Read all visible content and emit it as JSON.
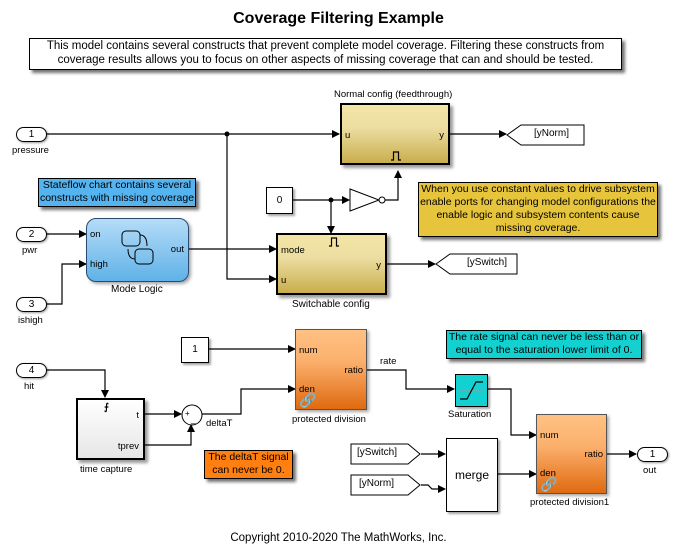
{
  "title": "Coverage Filtering Example",
  "description": "This model contains several constructs that prevent complete model coverage. Filtering these constructs from coverage results allows you to focus on other aspects of missing coverage that can and should be tested.",
  "notes": {
    "stateflow": "Stateflow chart contains several constructs with missing coverage",
    "enable": "When you use constant values to drive subsystem enable ports for changing model configurations the enable logic and subsystem contents cause missing coverage.",
    "rate": "The rate signal can never be less than or equal to the saturation lower limit of 0.",
    "deltaT": "The deltaT signal can never be 0."
  },
  "inports": [
    {
      "number": "1",
      "name": "pressure"
    },
    {
      "number": "2",
      "name": "pwr"
    },
    {
      "number": "3",
      "name": "ishigh"
    },
    {
      "number": "4",
      "name": "hit"
    }
  ],
  "outport": {
    "number": "1",
    "name": "out"
  },
  "blocks": {
    "normal_config": {
      "name": "Normal config (feedthrough)",
      "in": "u",
      "out": "y",
      "enable_icon": "enable-pulse-icon"
    },
    "switchable_config": {
      "name": "Switchable config",
      "in1": "mode",
      "in2": "u",
      "out": "y",
      "enable_icon": "enable-pulse-icon"
    },
    "mode_logic": {
      "name": "Mode Logic",
      "in1": "on",
      "in2": "high",
      "out": "out",
      "icon": "stateflow-chart-icon"
    },
    "constant0": {
      "value": "0"
    },
    "constant1": {
      "value": "1"
    },
    "not_gate": {
      "icon": "logical-not-icon"
    },
    "goto_ynorm": {
      "tag": "[yNorm]"
    },
    "goto_yswitch": {
      "tag": "[ySwitch]"
    },
    "from_yswitch": {
      "tag": "[ySwitch]"
    },
    "from_ynorm": {
      "tag": "[yNorm]"
    },
    "time_capture": {
      "name": "time capture",
      "out1": "t",
      "out2": "tprev",
      "trigger_icon": "trigger-icon"
    },
    "sum": {
      "signs": "+-"
    },
    "protected_division": {
      "name": "protected division",
      "in1": "num",
      "in2": "den",
      "out": "ratio",
      "icon": "library-link-icon"
    },
    "saturation": {
      "name": "Saturation",
      "icon": "saturation-icon"
    },
    "merge": {
      "name": "merge"
    },
    "protected_division1": {
      "name": "protected division1",
      "in1": "num",
      "in2": "den",
      "out": "ratio",
      "icon": "library-link-icon"
    }
  },
  "signals": {
    "deltaT": "deltaT",
    "rate": "rate"
  },
  "copyright": "Copyright 2010-2020 The MathWorks, Inc."
}
